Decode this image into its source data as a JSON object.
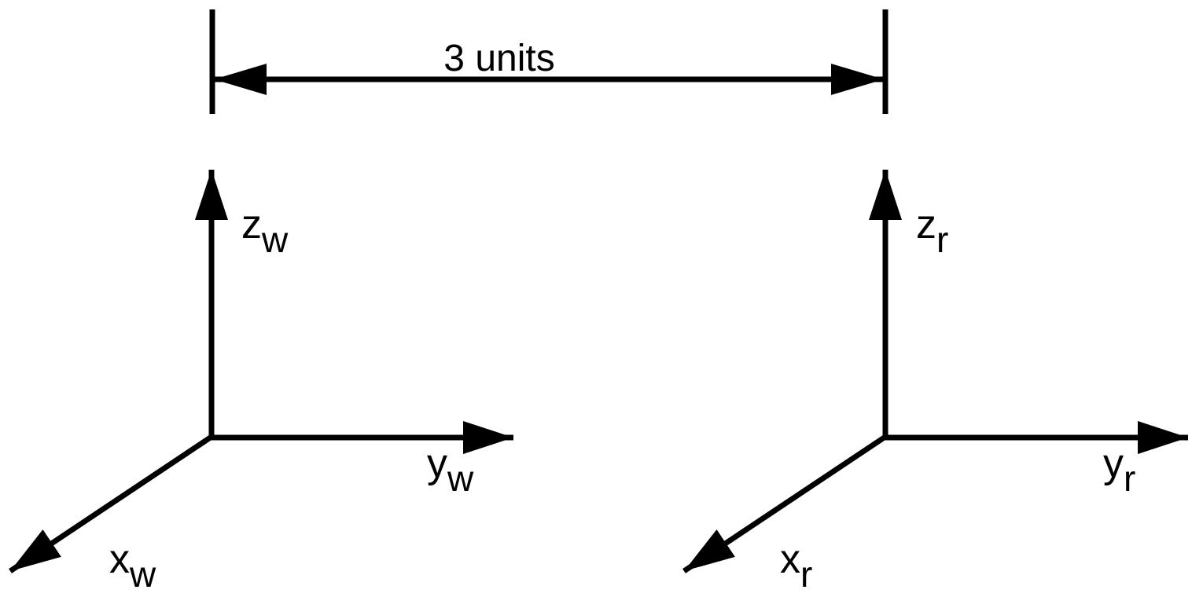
{
  "colors": {
    "background": "#ffffff",
    "ink": "#000000"
  },
  "dimension": {
    "label": "3 units"
  },
  "frames": [
    {
      "position": "left",
      "z": {
        "main": "z",
        "sub": "w"
      },
      "y": {
        "main": "y",
        "sub": "w"
      },
      "x": {
        "main": "x",
        "sub": "w"
      }
    },
    {
      "position": "right",
      "z": {
        "main": "z",
        "sub": "r"
      },
      "y": {
        "main": "y",
        "sub": "r"
      },
      "x": {
        "main": "x",
        "sub": "r"
      }
    }
  ]
}
